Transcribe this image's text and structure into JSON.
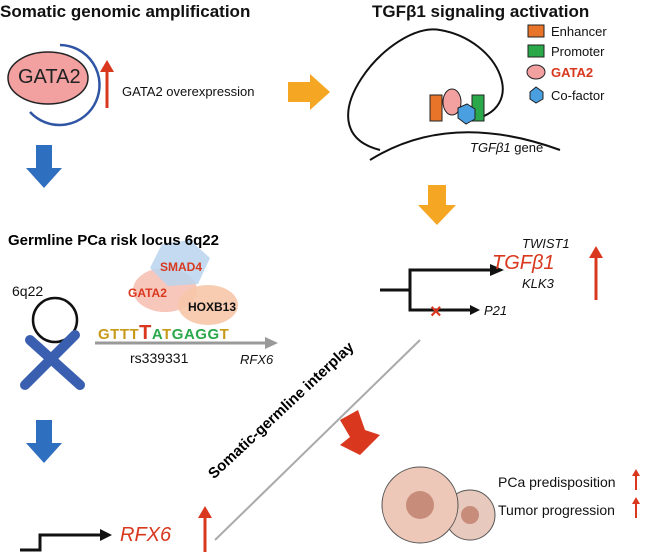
{
  "panels": {
    "somatic": {
      "title": "Somatic genomic amplification",
      "gene": "GATA2",
      "overexpression_label": "GATA2 overexpression"
    },
    "tgfb": {
      "title": "TGFβ1 signaling activation",
      "gene_label": "TGFβ1 gene",
      "legend": [
        {
          "label": "Enhancer",
          "color": "#e8742a"
        },
        {
          "label": "Promoter",
          "color": "#2aa84a"
        },
        {
          "label": "GATA2",
          "color": "#f2a0a0"
        },
        {
          "label": "Co-factor",
          "color": "#4a9fe0"
        }
      ]
    },
    "germline": {
      "title": "Germline PCa risk locus 6q22",
      "locus": "6q22",
      "factors": [
        "SMAD4",
        "GATA2",
        "HOXB13"
      ],
      "sequence": [
        "G",
        "T",
        "T",
        "T",
        "T",
        "A",
        "T",
        "G",
        "A",
        "G",
        "G",
        "T"
      ],
      "snp": "rs339331",
      "gene": "RFX6"
    },
    "targets": {
      "up_genes": [
        "TWIST1",
        "TGFβ1",
        "KLK3"
      ],
      "down_gene": "P21"
    },
    "output": {
      "gene": "RFX6"
    },
    "interplay_label": "Somatic-germline interplay",
    "outcomes": [
      "PCa predisposition",
      "Tumor progression"
    ]
  },
  "colors": {
    "red": "#d9381e",
    "blue": "#2f6fbf",
    "orange": "#f5a623"
  }
}
